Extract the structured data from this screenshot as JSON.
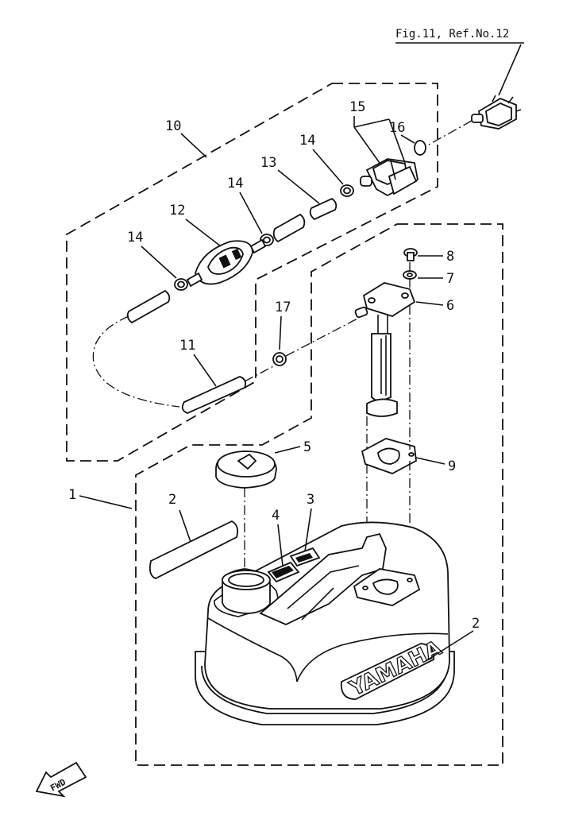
{
  "figure_ref": "Fig.11, Ref.No.12",
  "brand_text": "YAMAHA",
  "direction_badge": "FWD",
  "callouts": {
    "c1": "1",
    "c2a": "2",
    "c2b": "2",
    "c3": "3",
    "c4": "4",
    "c5": "5",
    "c6": "6",
    "c7": "7",
    "c8": "8",
    "c9": "9",
    "c10": "10",
    "c11": "11",
    "c12": "12",
    "c13": "13",
    "c14a": "14",
    "c14b": "14",
    "c14c": "14",
    "c15": "15",
    "c16": "16",
    "c17": "17"
  }
}
